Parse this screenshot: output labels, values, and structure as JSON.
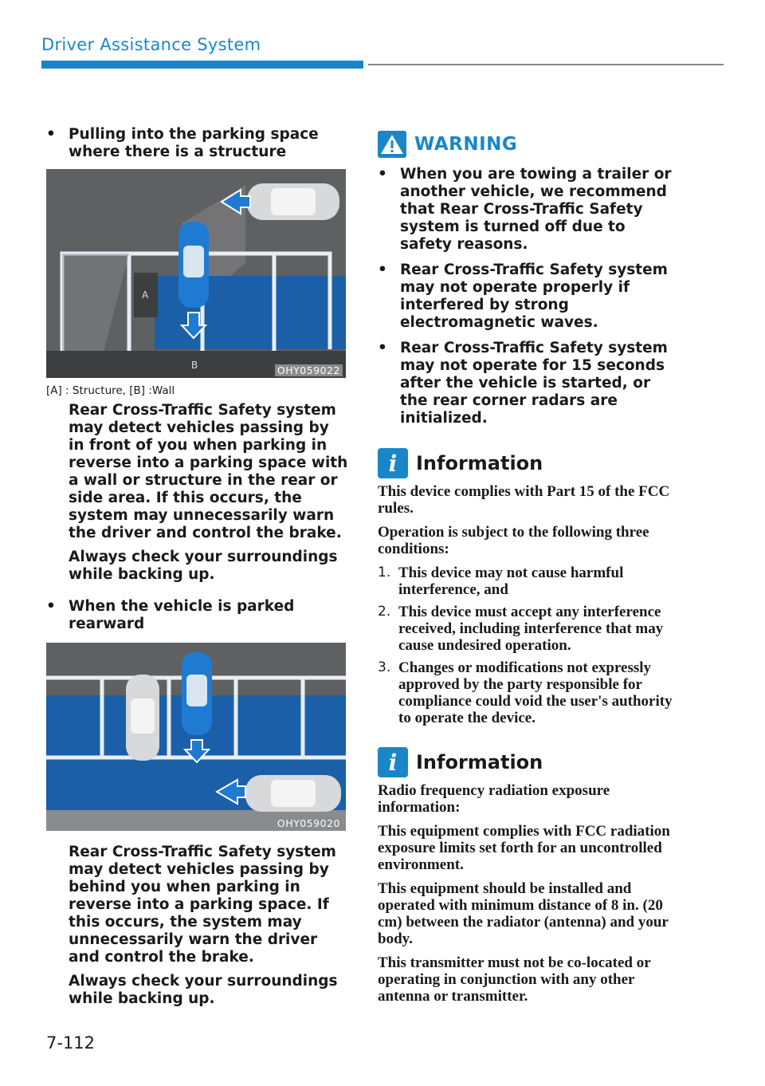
{
  "header": {
    "title": "Driver Assistance System"
  },
  "left": {
    "bullet1": "Pulling into the parking space where there is a structure",
    "figure1": {
      "code": "OHY059022",
      "label_a": "A",
      "label_b": "B"
    },
    "caption1": "[A] : Structure, [B] :Wall",
    "para1": "Rear Cross-Traffic Safety system may detect vehicles passing by in front of you when parking in reverse into a parking space with a wall or structure in the rear or side area. If this occurs, the system may unnecessarily warn the driver and control the brake.",
    "para2": "Always check your surroundings while backing up.",
    "bullet2": "When the vehicle is parked rearward",
    "figure2": {
      "code": "OHY059020"
    },
    "para3": "Rear Cross-Traffic Safety system may detect vehicles passing by behind you when parking in reverse into a parking space. If this occurs, the system may unnecessarily warn the driver and control the brake.",
    "para4": "Always check your surroundings while backing up."
  },
  "warning": {
    "title": "WARNING",
    "items": [
      "When you are towing a trailer or another vehicle, we recommend that Rear Cross-Traffic Safety system is turned off due to safety reasons.",
      "Rear Cross-Traffic Safety system may not operate properly if interfered by strong electromagnetic waves.",
      "Rear Cross-Traffic Safety system may not operate for 15 seconds after the vehicle is started, or the rear corner radars are initialized."
    ]
  },
  "info1": {
    "title": "Information",
    "p1": "This device complies with Part 15 of the FCC rules.",
    "p2": "Operation is subject to the following three conditions:",
    "items": [
      {
        "n": "1.",
        "t": "This device may not cause harmful interference, and"
      },
      {
        "n": "2.",
        "t": "This device must accept any interference received, including interference that may cause undesired operation."
      },
      {
        "n": "3.",
        "t": "Changes or modifications not expressly approved by the party responsible for compliance could void the user's authority to operate the device."
      }
    ]
  },
  "info2": {
    "title": "Information",
    "p1": "Radio frequency radiation exposure information:",
    "p2": "This equipment complies with FCC radiation exposure limits set forth for an uncontrolled environment.",
    "p3": "This equipment should be installed and operated with minimum distance of 8 in. (20 cm) between the radiator (antenna) and your body.",
    "p4": "This transmitter must not be co-located or operating in conjunction with any other antenna or transmitter."
  },
  "footer": {
    "page_number": "7-112"
  },
  "colors": {
    "accent": "#1a86c8",
    "parking_blue": "#1a5fa8",
    "road_grey": "#5f6062"
  }
}
